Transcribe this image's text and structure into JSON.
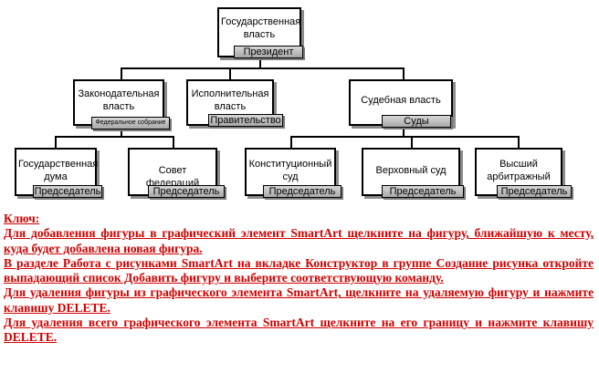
{
  "diagram": {
    "root": {
      "title": "Государственная\nвласть",
      "badge": "Президент"
    },
    "branches": [
      {
        "title": "Законодательная\nвласть",
        "badge": "Федеральное собрание"
      },
      {
        "title": "Исполнительная\nвласть",
        "badge": "Правительство"
      },
      {
        "title": "Судебная власть",
        "badge": "Суды"
      }
    ],
    "leaves": [
      {
        "title": "Государственная\nдума",
        "badge": "Председатель"
      },
      {
        "title": "Совет федераций",
        "badge": "Председатель"
      },
      {
        "title": "Конституционный\nсуд",
        "badge": "Председатель"
      },
      {
        "title": "Верховный суд",
        "badge": "Председатель"
      },
      {
        "title": "Высший\nарбитражный суд",
        "badge": "Председатель"
      }
    ]
  },
  "key": {
    "heading": "Ключ:",
    "paragraphs": [
      "Для добавления фигуры в графический элемент SmartArt щелкните на фигуру, ближайшую к месту, куда будет добавлена новая фигура.",
      "В разделе Работа с рисунками SmartArt на вкладке Конструктор в группе Создание рисунка откройте выпадающий список Добавить фигуру и выберите соответствующую команду.",
      "Для удаления фигуры из графического элемента SmartArt, щелкните на удаляемую фигуру и нажмите клавишу DELETE.",
      "Для удаления всего графического элемента SmartArt щелкните на его границу и нажмите клавишу DELETE."
    ]
  }
}
